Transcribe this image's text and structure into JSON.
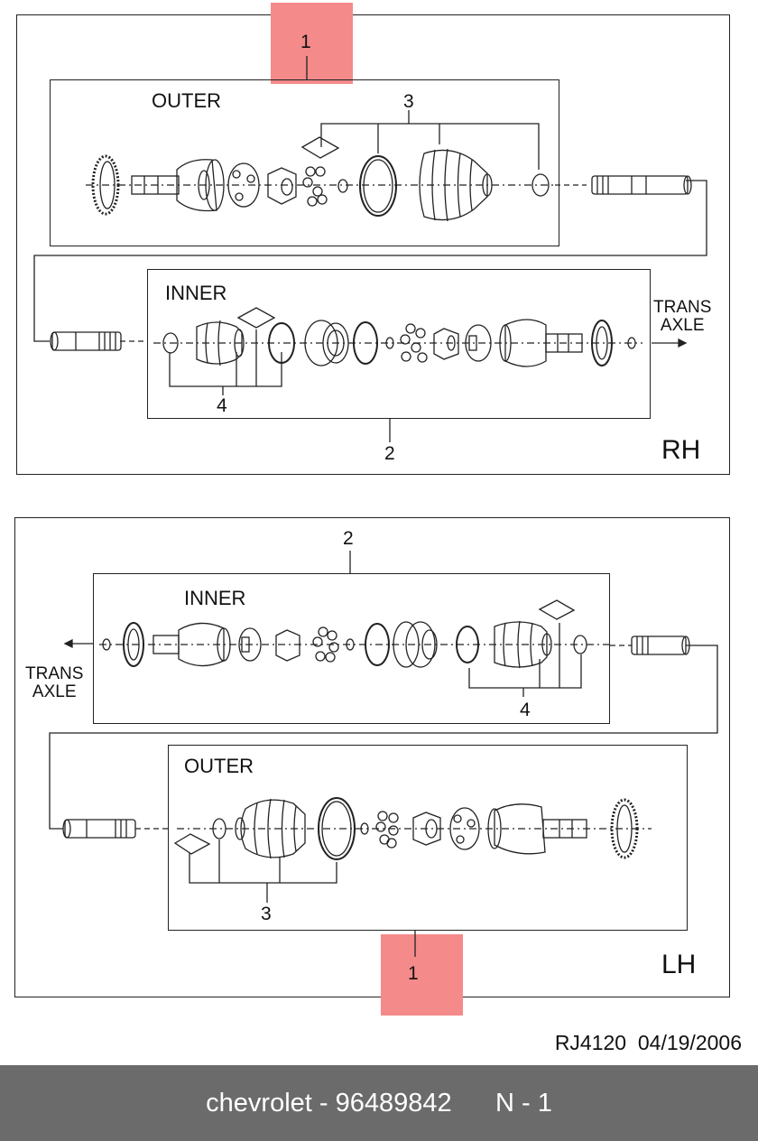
{
  "rh": {
    "side_label": "RH",
    "outer_label": "OUTER",
    "inner_label": "INNER",
    "callout_1": "1",
    "callout_2": "2",
    "callout_3": "3",
    "callout_4": "4",
    "trans_axle_line1": "TRANS",
    "trans_axle_line2": "AXLE"
  },
  "lh": {
    "side_label": "LH",
    "outer_label": "OUTER",
    "inner_label": "INNER",
    "callout_1": "1",
    "callout_2": "2",
    "callout_3": "3",
    "callout_4": "4",
    "trans_axle_line1": "TRANS",
    "trans_axle_line2": "AXLE"
  },
  "drawing_id": "RJ4120",
  "drawing_date": "04/19/2006",
  "footer": {
    "brand": "chevrolet",
    "separator": " - ",
    "part_number": "96489842",
    "position": "N - 1"
  },
  "colors": {
    "highlight": "#f48a8a",
    "footer_bg": "#6b6b6b",
    "line": "#222222"
  }
}
